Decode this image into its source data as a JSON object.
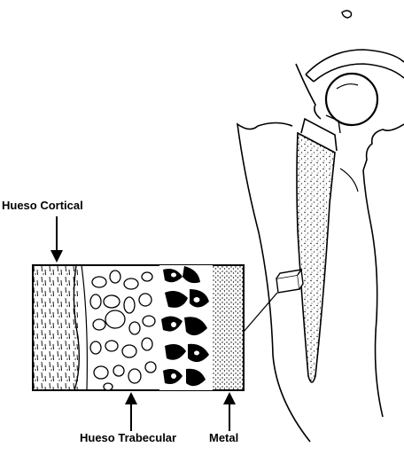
{
  "labels": {
    "cortical": "Hueso Cortical",
    "trabecular": "Hueso Trabecular",
    "metal": "Metal"
  },
  "colors": {
    "ink": "#000000",
    "background": "#ffffff"
  },
  "icons": [
    "arrow-down-icon",
    "arrow-up-icon"
  ]
}
